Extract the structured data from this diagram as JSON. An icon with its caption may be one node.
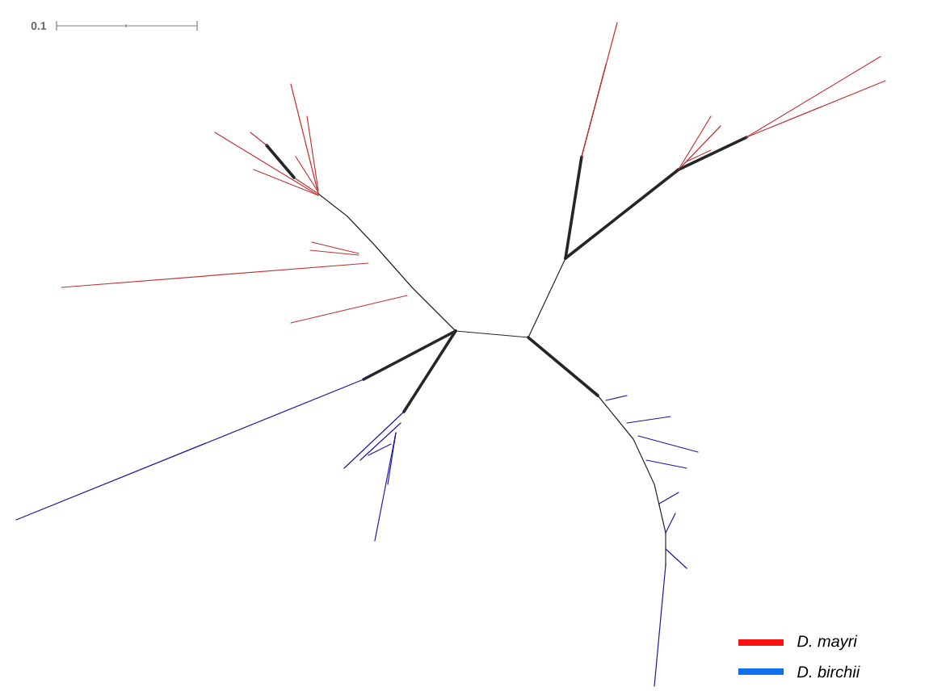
{
  "diagram": {
    "labels": [
      "0.1"
    ],
    "legend": [
      {
        "text": "D. mayri",
        "color": "#ff1010"
      },
      {
        "text": "D. birchii",
        "color": "#1070f0"
      }
    ]
  }
}
